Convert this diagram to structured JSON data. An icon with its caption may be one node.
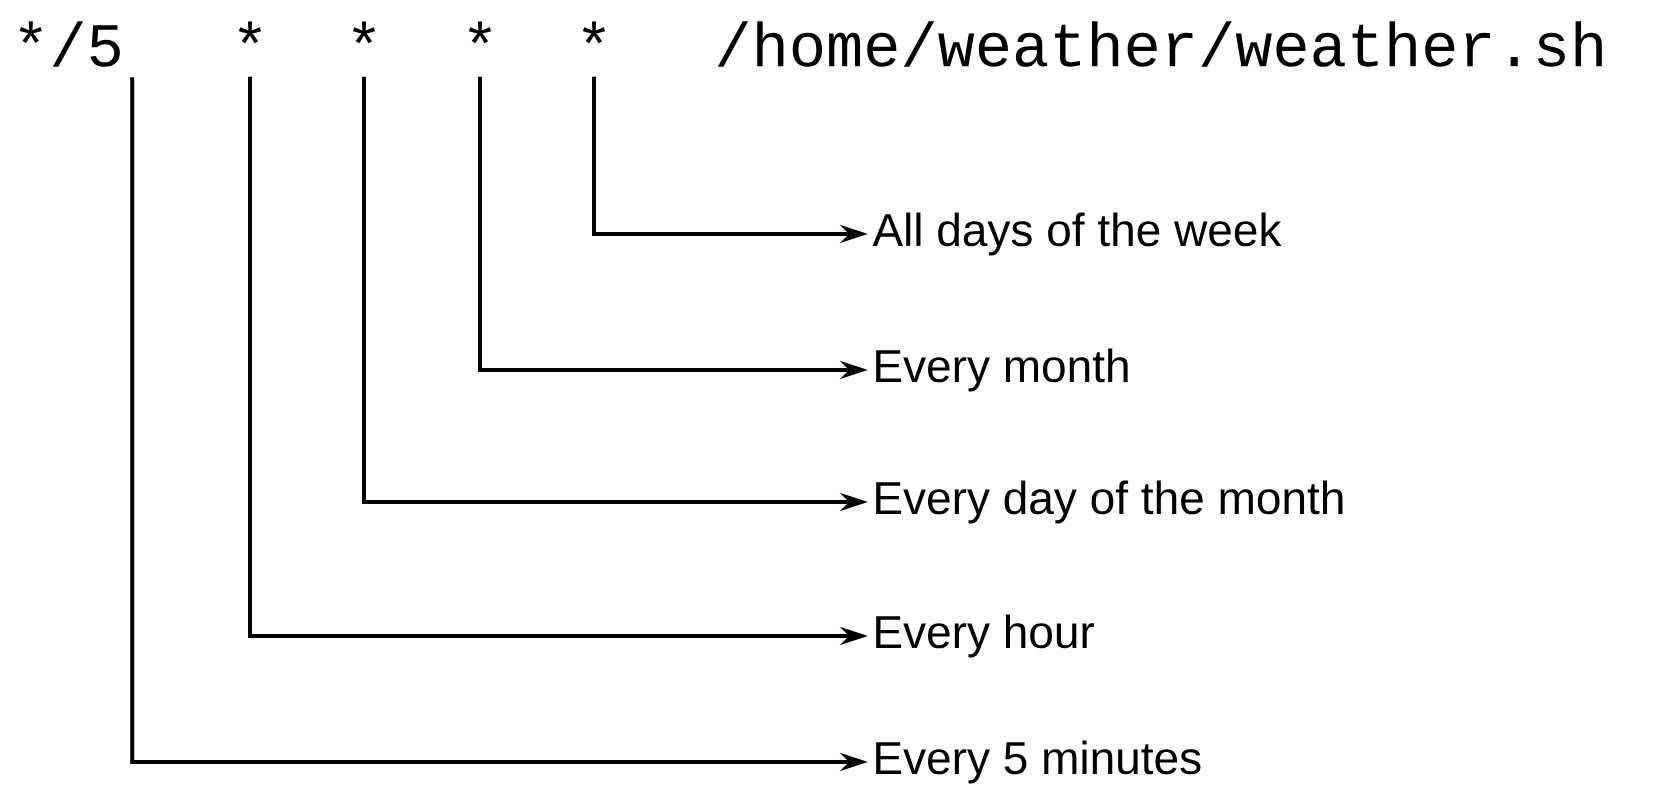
{
  "diagram": {
    "nodes": [
      {
        "text": [
          "*/5"
        ]
      },
      {
        "text": [
          "*"
        ]
      },
      {
        "text": [
          "*"
        ]
      },
      {
        "text": [
          "*"
        ]
      },
      {
        "text": [
          "*"
        ]
      },
      {
        "text": [
          "/home/weather/weather.sh"
        ]
      },
      {
        "text": [
          "All days of the week"
        ]
      },
      {
        "text": [
          "Every month"
        ]
      },
      {
        "text": [
          "Every day of the month"
        ]
      },
      {
        "text": [
          "Every hour"
        ]
      },
      {
        "text": [
          "Every 5 minutes"
        ]
      }
    ],
    "edges": [
      {
        "from": 4,
        "to": 6,
        "arrow": "to"
      },
      {
        "from": 3,
        "to": 7,
        "arrow": "to"
      },
      {
        "from": 2,
        "to": 8,
        "arrow": "to"
      },
      {
        "from": 1,
        "to": 9,
        "arrow": "to"
      },
      {
        "from": 0,
        "to": 10,
        "arrow": "to"
      }
    ]
  }
}
